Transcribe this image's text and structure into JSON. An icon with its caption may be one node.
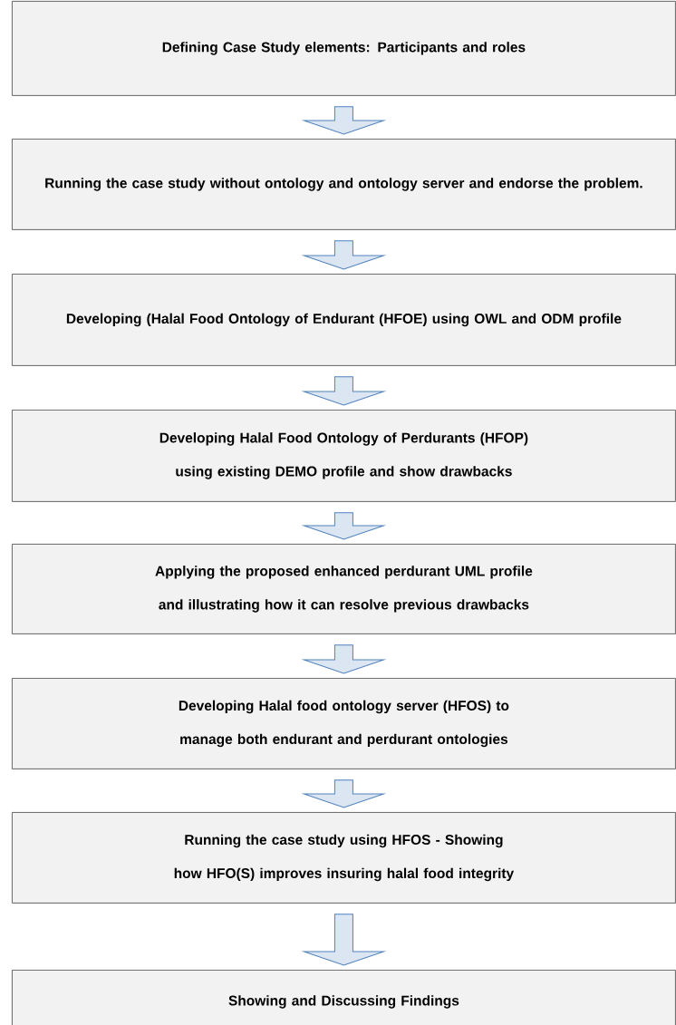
{
  "diagram": {
    "nodes": [
      {
        "text": [
          "Defining Case Study elements: Participants and roles"
        ]
      },
      {
        "text": [
          "Running the case study without ontology and ontology server and endorse the problem."
        ]
      },
      {
        "text": [
          "Developing (Halal Food Ontology of Endurant (HFOE) using OWL and ODM profile"
        ]
      },
      {
        "text": [
          "Developing Halal Food Ontology of Perdurants (HFOP) using existing DEMO profile and show drawbacks"
        ]
      },
      {
        "text": [
          "Applying the proposed enhanced perdurant UML profile and illustrating how it can resolve previous drawbacks"
        ]
      },
      {
        "text": [
          "Developing Halal food ontology server (HFOS) to manage both endurant and perdurant ontologies"
        ]
      },
      {
        "text": [
          "Running the case study using HFOS - Showing how HFO(S) improves insuring halal food integrity"
        ]
      },
      {
        "text": [
          "Showing and Discussing Findings"
        ]
      }
    ],
    "edges": [
      {
        "from": 0,
        "to": 1,
        "arrow": "to"
      },
      {
        "from": 1,
        "to": 2,
        "arrow": "to"
      },
      {
        "from": 2,
        "to": 3,
        "arrow": "to"
      },
      {
        "from": 3,
        "to": 4,
        "arrow": "to"
      },
      {
        "from": 4,
        "to": 5,
        "arrow": "to"
      },
      {
        "from": 5,
        "to": 6,
        "arrow": "to"
      },
      {
        "from": 6,
        "to": 7,
        "arrow": "to"
      }
    ]
  }
}
